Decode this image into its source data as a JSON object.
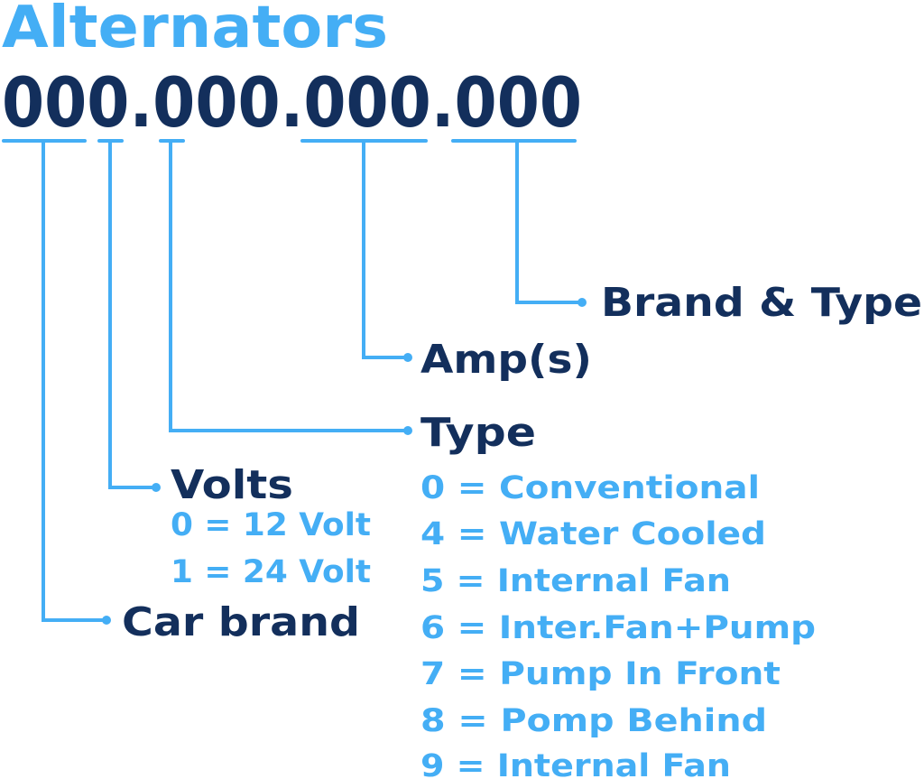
{
  "title": "Alternators",
  "code": "000.000.000.000",
  "labels": {
    "brand_type": "Brand & Type",
    "amps": "Amp(s)",
    "type": "Type",
    "volts": "Volts",
    "car_brand": "Car brand"
  },
  "volts_options": [
    "0 = 12 Volt",
    "1 = 24 Volt"
  ],
  "type_options": [
    "0 = Conventional",
    "4 = Water Cooled",
    "5 = Internal Fan",
    "6 = Inter.Fan+Pump",
    "7 = Pump In Front",
    "8 = Pomp Behind",
    "9 = Internal Fan"
  ],
  "colors": {
    "accent": "#44aef5",
    "navy": "#132f5c"
  }
}
